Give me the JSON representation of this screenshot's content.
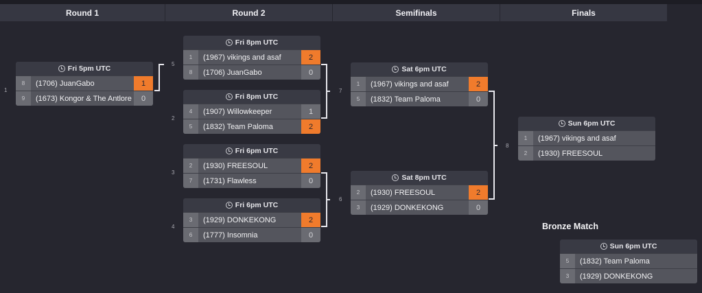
{
  "columns": [
    "Round 1",
    "Round 2",
    "Semifinals",
    "Finals"
  ],
  "bronze_title": "Bronze Match",
  "matches": [
    {
      "id": "1",
      "time": "Fri 5pm UTC",
      "teams": [
        {
          "seed": "8",
          "name": "(1706) JuanGabo",
          "score": "1",
          "win": true
        },
        {
          "seed": "9",
          "name": "(1673) Kongor & The Antlore",
          "score": "0",
          "win": false
        }
      ]
    },
    {
      "id": "5",
      "time": "Fri 8pm UTC",
      "teams": [
        {
          "seed": "1",
          "name": "(1967) vikings and asaf",
          "score": "2",
          "win": true
        },
        {
          "seed": "8",
          "name": "(1706) JuanGabo",
          "score": "0",
          "win": false
        }
      ]
    },
    {
      "id": "2",
      "time": "Fri 8pm UTC",
      "teams": [
        {
          "seed": "4",
          "name": "(1907) Willowkeeper",
          "score": "1",
          "win": false
        },
        {
          "seed": "5",
          "name": "(1832) Team Paloma",
          "score": "2",
          "win": true
        }
      ]
    },
    {
      "id": "3",
      "time": "Fri 6pm UTC",
      "teams": [
        {
          "seed": "2",
          "name": "(1930) FREESOUL",
          "score": "2",
          "win": true
        },
        {
          "seed": "7",
          "name": "(1731) Flawless",
          "score": "0",
          "win": false
        }
      ]
    },
    {
      "id": "4",
      "time": "Fri 6pm UTC",
      "teams": [
        {
          "seed": "3",
          "name": "(1929) DONKEKONG",
          "score": "2",
          "win": true
        },
        {
          "seed": "6",
          "name": "(1777) Insomnia",
          "score": "0",
          "win": false
        }
      ]
    },
    {
      "id": "7",
      "time": "Sat 6pm UTC",
      "teams": [
        {
          "seed": "1",
          "name": "(1967) vikings and asaf",
          "score": "2",
          "win": true
        },
        {
          "seed": "5",
          "name": "(1832) Team Paloma",
          "score": "0",
          "win": false
        }
      ]
    },
    {
      "id": "6",
      "time": "Sat 8pm UTC",
      "teams": [
        {
          "seed": "2",
          "name": "(1930) FREESOUL",
          "score": "2",
          "win": true
        },
        {
          "seed": "3",
          "name": "(1929) DONKEKONG",
          "score": "0",
          "win": false
        }
      ]
    },
    {
      "id": "8",
      "time": "Sun 6pm UTC",
      "teams": [
        {
          "seed": "1",
          "name": "(1967) vikings and asaf",
          "score": null,
          "win": false
        },
        {
          "seed": "2",
          "name": "(1930) FREESOUL",
          "score": null,
          "win": false
        }
      ]
    },
    {
      "id": "bronze",
      "time": "Sun 6pm UTC",
      "teams": [
        {
          "seed": "5",
          "name": "(1832) Team Paloma",
          "score": null,
          "win": false
        },
        {
          "seed": "3",
          "name": "(1929) DONKEKONG",
          "score": null,
          "win": false
        }
      ]
    }
  ],
  "colors": {
    "win": "#f07b2c",
    "bg": "#26262f"
  }
}
